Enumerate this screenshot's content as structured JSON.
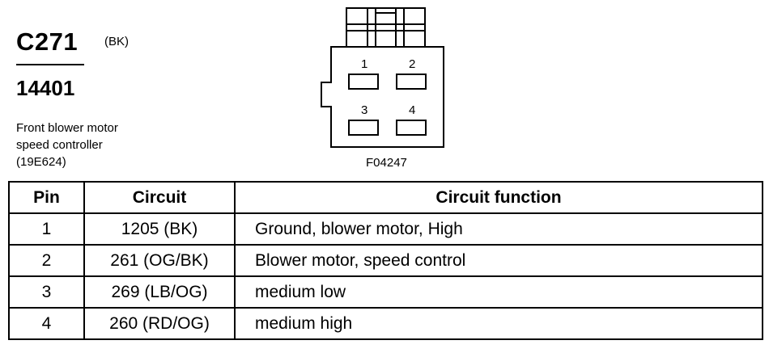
{
  "connector": {
    "id": "C271",
    "color_code": "(BK)",
    "part_number": "14401",
    "description_lines": [
      "Front blower motor",
      "speed controller",
      "(19E624)"
    ]
  },
  "diagram": {
    "pin_labels": [
      "1",
      "2",
      "3",
      "4"
    ],
    "figure_code": "F04247"
  },
  "table": {
    "headers": [
      "Pin",
      "Circuit",
      "Circuit function"
    ],
    "rows": [
      {
        "pin": "1",
        "circuit": "1205 (BK)",
        "function": "Ground, blower motor, High"
      },
      {
        "pin": "2",
        "circuit": "261 (OG/BK)",
        "function": "Blower motor, speed control"
      },
      {
        "pin": "3",
        "circuit": "269 (LB/OG)",
        "function": "medium low"
      },
      {
        "pin": "4",
        "circuit": "260 (RD/OG)",
        "function": "medium high"
      }
    ]
  }
}
